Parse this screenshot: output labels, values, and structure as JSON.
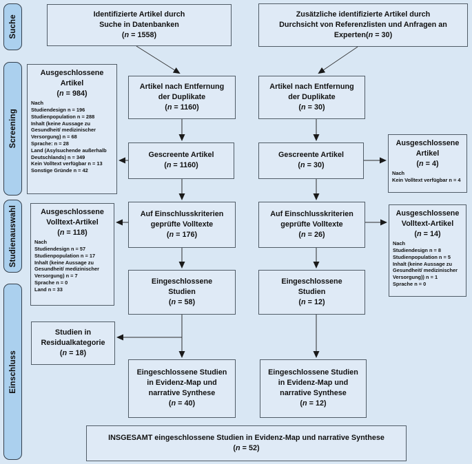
{
  "title": "Flussdiagramm der Studienauswahl (PRISMA)",
  "colors": {
    "background": "#d9e7f4",
    "box_fill": "#dfeaf6",
    "box_border": "#4f5b66",
    "tab_fill": "#abd0ee",
    "tab_border": "#333f4c",
    "arrow": "#1a1a1a",
    "text": "#111111"
  },
  "fmt": {
    "open": "(",
    "n": "n",
    "eq": " = ",
    "close": ")"
  },
  "sidebar": {
    "tabs": [
      {
        "label": "Suche"
      },
      {
        "label": "Screening"
      },
      {
        "label": "Studienauswahl"
      },
      {
        "label": "Einschluss"
      }
    ]
  },
  "nodes": {
    "t1": {
      "lines": [
        "Identifizierte Artikel durch",
        "Suche in Datenbanken"
      ],
      "n": "1558"
    },
    "t2": {
      "lines": [
        "Zusätzliche identifizierte Artikel durch",
        "Durchsicht von Referenzlisten und Anfragen an"
      ],
      "n_prefix": "Experten",
      "n": "30"
    },
    "a1": {
      "lines": [
        "Artikel nach Entfernung",
        "der Duplikate"
      ],
      "n": "1160"
    },
    "b1": {
      "lines": [
        "Artikel nach Entfernung",
        "der Duplikate"
      ],
      "n": "30"
    },
    "a2": {
      "lines": [
        "Gescreente Artikel"
      ],
      "n": "1160"
    },
    "b2": {
      "lines": [
        "Gescreente Artikel"
      ],
      "n": "30"
    },
    "a3": {
      "lines": [
        "Auf Einschlusskriterien",
        "geprüfte Volltexte"
      ],
      "n": "176"
    },
    "b3": {
      "lines": [
        "Auf Einschlusskriterien",
        "geprüfte Volltexte"
      ],
      "n": "26"
    },
    "a4": {
      "lines": [
        "Eingeschlossene",
        "Studien"
      ],
      "n": "58"
    },
    "b4": {
      "lines": [
        "Eingeschlossene",
        "Studien"
      ],
      "n": "12"
    },
    "a5": {
      "lines": [
        "Eingeschlossene Studien",
        "in Evidenz-Map und",
        "narrative Synthese"
      ],
      "n": "40"
    },
    "b5": {
      "lines": [
        "Eingeschlossene Studien",
        "in Evidenz-Map und",
        "narrative Synthese"
      ],
      "n": "12"
    },
    "l1": {
      "lines": [
        "Ausgeschlossene",
        "Artikel"
      ],
      "n": "984",
      "details": [
        "Nach",
        "Studiendesign n = 196",
        "Studienpopulation n = 288",
        "Inhalt (keine Aussage zu Gesundheit/ medizinischer Versorgung) n = 68",
        "Sprache: n = 28",
        "Land (Asylsuchende außerhalb Deutschlands) n = 349",
        "Kein Volltext verfügbar n = 13",
        "Sonstige Gründe n = 42"
      ]
    },
    "l2": {
      "lines": [
        "Ausgeschlossene",
        "Volltext-Artikel"
      ],
      "n": "118",
      "details": [
        "Nach",
        "Studiendesign n = 57",
        "Studienpopulation n = 17",
        "Inhalt (keine Aussage zu Gesundheit/ medizinischer Versorgung) n = 7",
        "Sprache n = 0",
        "Land n = 33"
      ]
    },
    "l3": {
      "lines": [
        "Studien in",
        "Residualkategorie"
      ],
      "n": "18"
    },
    "r1": {
      "lines": [
        "Ausgeschlossene",
        "Artikel"
      ],
      "n": "4",
      "details": [
        "Nach",
        "Kein Volltext verfügbar n = 4"
      ]
    },
    "r2": {
      "lines": [
        "Ausgeschlossene",
        "Volltext-Artikel"
      ],
      "n": "14",
      "details": [
        "Nach",
        "Studiendesign n = 8",
        "Studienpopulation n = 5",
        "Inhalt (keine Aussage zu Gesundheit/ medizinischer Versorgung)) n = 1",
        "Sprache n = 0"
      ]
    },
    "total": {
      "lines": [
        "INSGESAMT eingeschlossene Studien in Evidenz-Map und narrative Synthese"
      ],
      "n": "52"
    }
  }
}
